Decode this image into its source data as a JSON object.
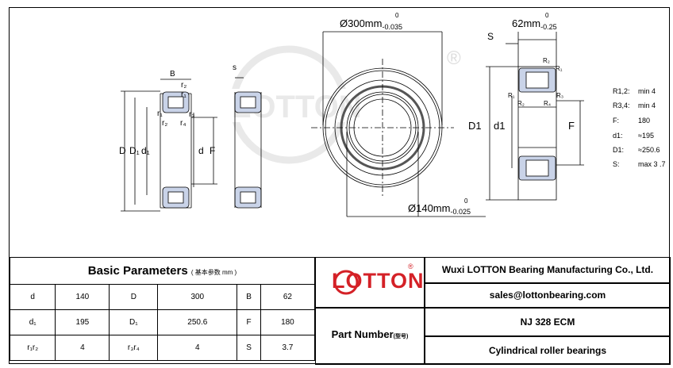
{
  "drawing": {
    "outer_dim": "Ø300mm",
    "outer_tol_upper": "0",
    "outer_tol_lower": "-0.035",
    "inner_dim": "Ø140mm",
    "inner_tol_upper": "0",
    "inner_tol_lower": "-0.025",
    "width_dim": "62mm",
    "width_tol_upper": "0",
    "width_tol_lower": "-0.25",
    "label_B": "B",
    "label_s": "s",
    "label_S": "S",
    "label_D": "D",
    "label_D1": "D₁",
    "label_d1": "d₁",
    "label_d": "d",
    "label_F": "F",
    "label_r1": "r₁",
    "label_r2": "r₂",
    "label_r3": "r₃",
    "label_r4": "r₄",
    "label_R1": "R₁",
    "label_R2": "R₂",
    "label_R3": "R₃",
    "label_R4": "R₄",
    "label_D1_right": "D1",
    "label_d1_right": "d1",
    "label_F_right": "F",
    "watermark_reg": "®"
  },
  "params": [
    {
      "key": "R1,2:",
      "value": "min 4"
    },
    {
      "key": "R3,4:",
      "value": "min 4"
    },
    {
      "key": "F:",
      "value": "180"
    },
    {
      "key": "d1:",
      "value": "≈195"
    },
    {
      "key": "D1:",
      "value": "≈250.6"
    },
    {
      "key": "S:",
      "value": "max 3 .7"
    }
  ],
  "basic": {
    "title": "Basic Parameters",
    "title_cn": "( 基本参数 mm )",
    "rows": [
      [
        "d",
        "140",
        "D",
        "300",
        "B",
        "62"
      ],
      [
        "d₁",
        "195",
        "D₁",
        "250.6",
        "F",
        "180"
      ],
      [
        "r₁r₂",
        "4",
        "r₃r₄",
        "4",
        "S",
        "3.7"
      ]
    ]
  },
  "brand": {
    "logo": "LOTTON",
    "reg": "®",
    "company": "Wuxi LOTTON Bearing Manufacturing Co., Ltd.",
    "email": "sales@lottonbearing.com",
    "part_label": "Part Number",
    "part_label_cn": "(型号)",
    "model": "NJ  328 ECM",
    "type": "Cylindrical roller bearings"
  },
  "colors": {
    "brand_red": "#d42127",
    "line": "#000000",
    "part_fill": "#c9d3e8",
    "watermark": "#e6e6e6"
  }
}
